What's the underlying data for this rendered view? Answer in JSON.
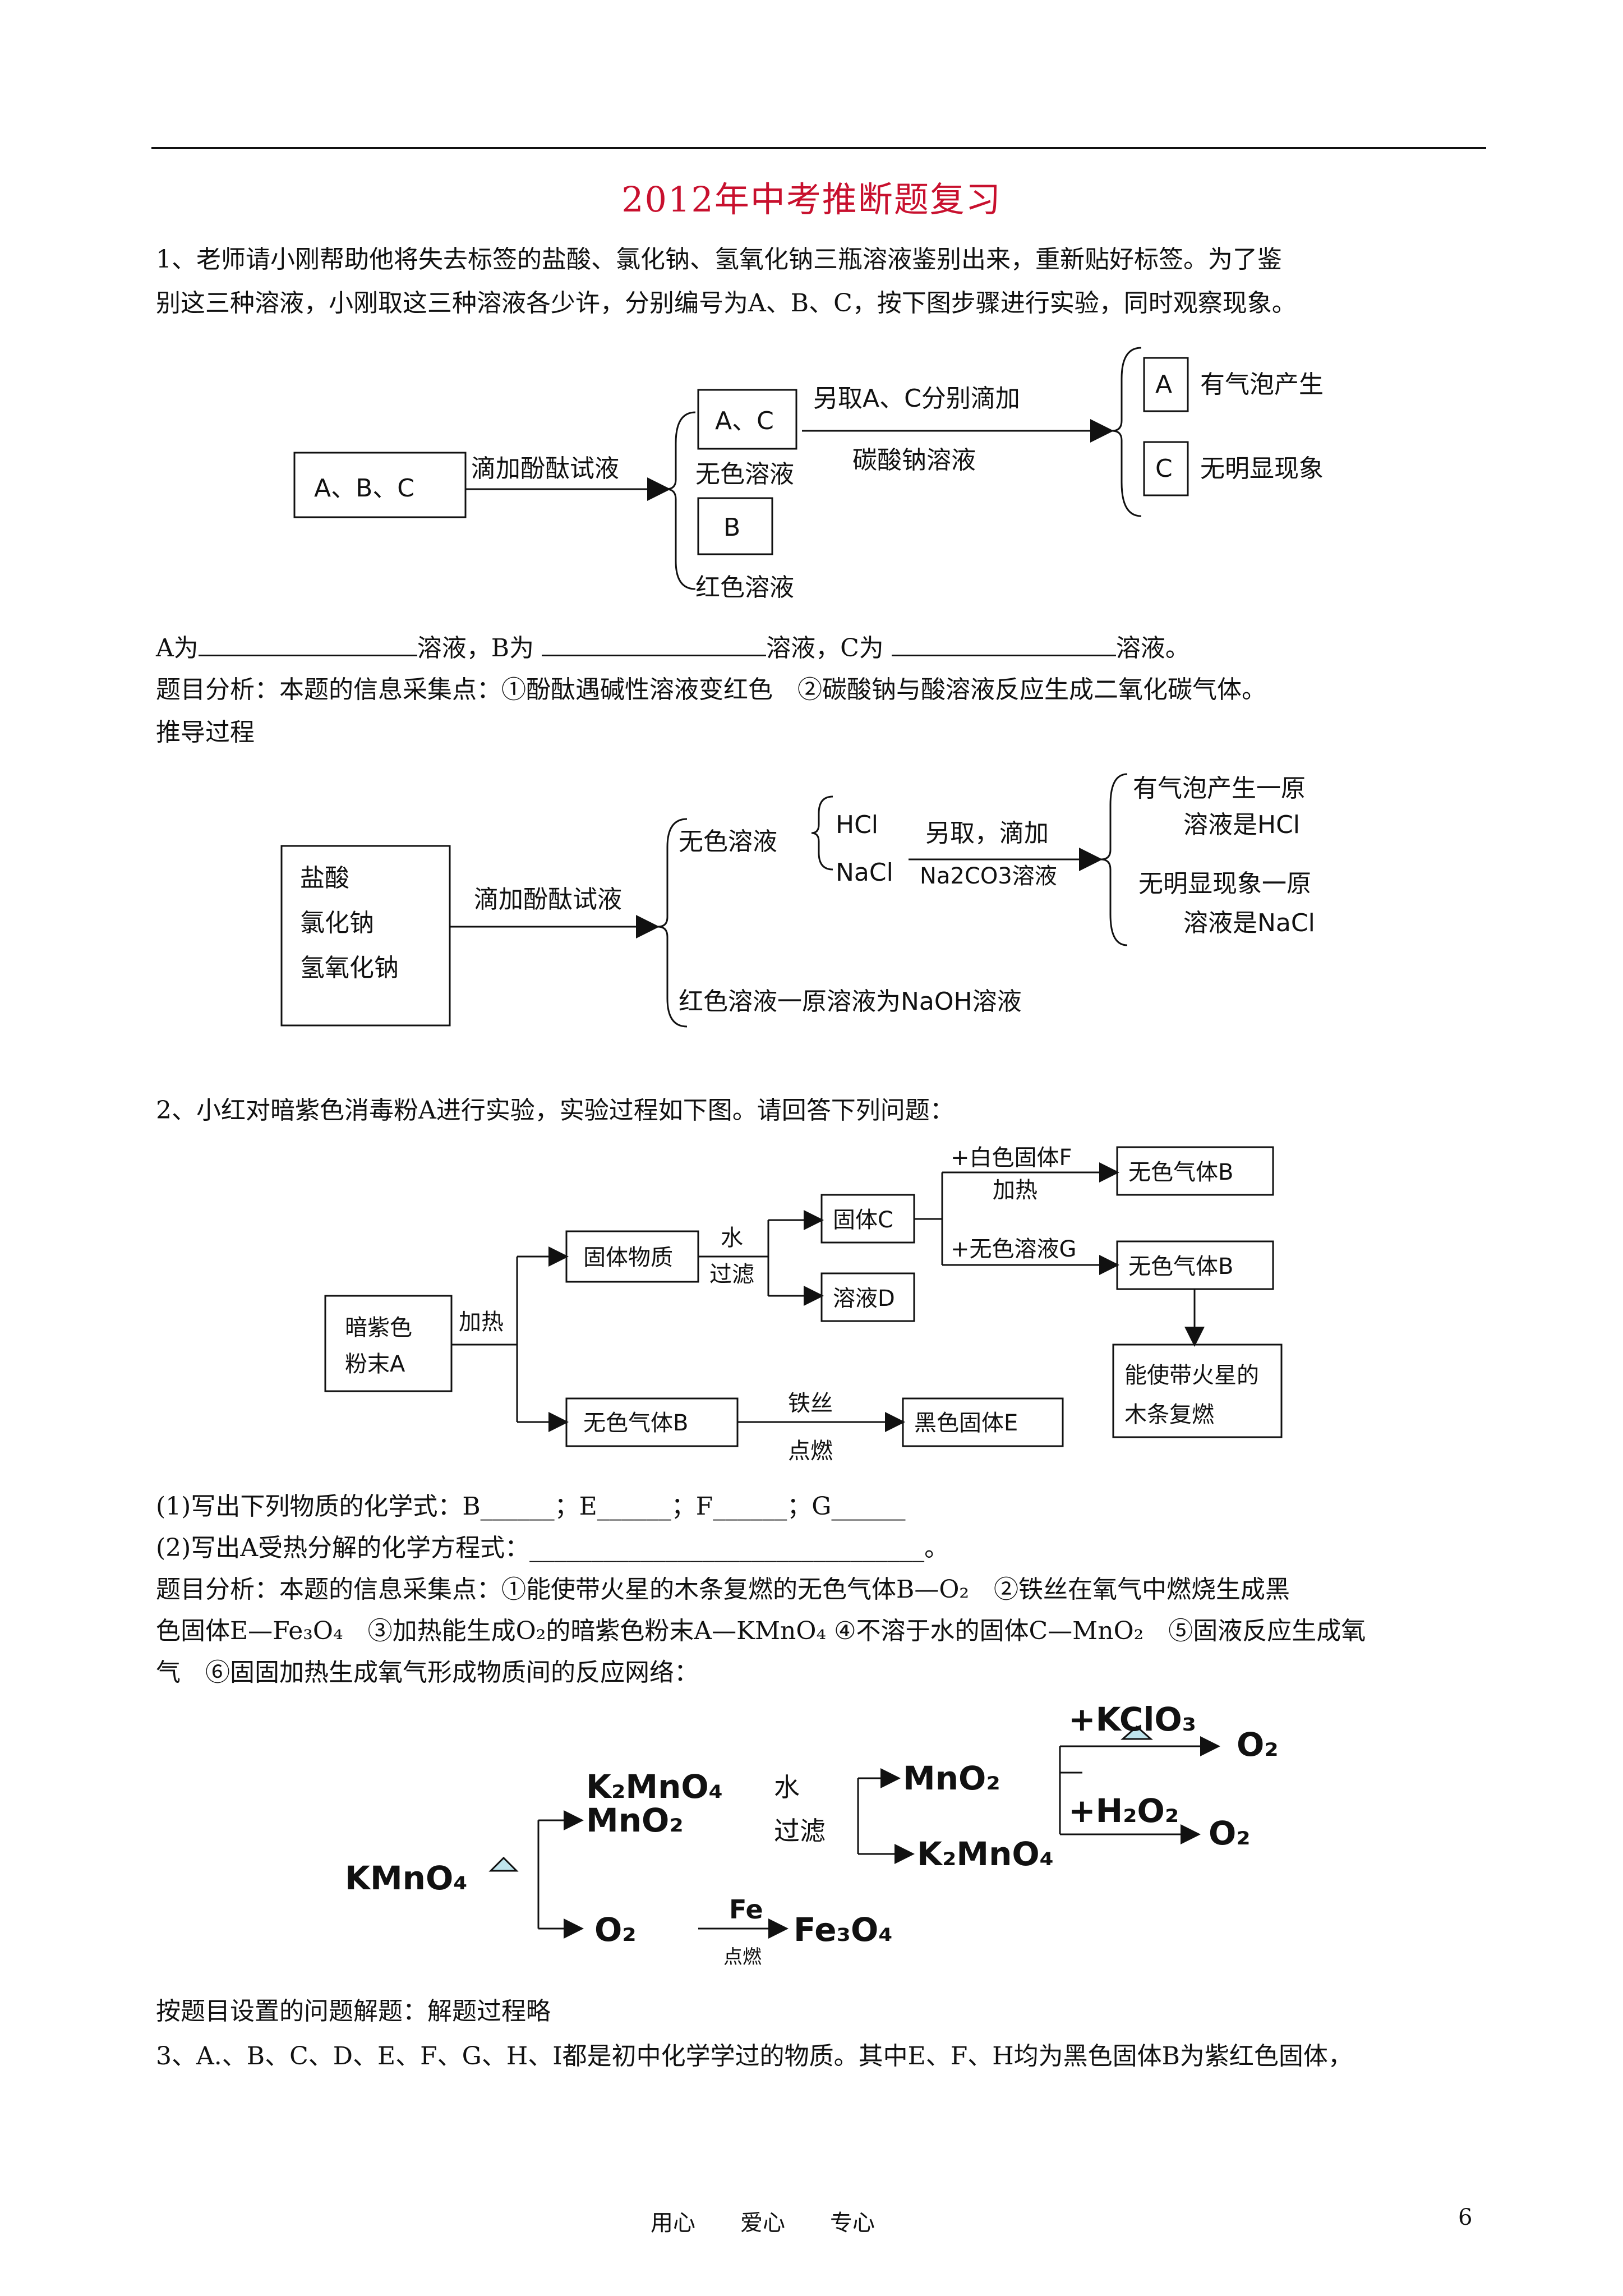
{
  "title": "2012年中考推断题复习",
  "q1": {
    "line1": "1、老师请小刚帮助他将失去标签的盐酸、氯化钠、氢氧化钠三瓶溶液鉴别出来，重新贴好标签。为了鉴",
    "line2": "别这三种溶液，小刚取这三种溶液各少许，分别编号为A、B、C，按下图步骤进行实验，同时观察现象。",
    "answer": {
      "a_prefix": "A为",
      "a_suffix": "溶液，B为",
      "b_suffix": "溶液，C为",
      "c_suffix": "溶液。"
    },
    "analysis": "题目分析：本题的信息采集点：①酚酞遇碱性溶液变红色　②碳酸钠与酸溶液反应生成二氧化碳气体。",
    "process_label": "推导过程",
    "diagram1": {
      "start": "A、B、C",
      "step": "滴加酚酞试液",
      "ac_box": "A、C",
      "colorless": "无色溶液",
      "b_box": "B",
      "red": "红色溶液",
      "step2_top": "另取A、C分别滴加",
      "step2_bottom": "碳酸钠溶液",
      "a_box": "A",
      "a_result": "有气泡产生",
      "c_box": "C",
      "c_result": "无明显现象"
    },
    "diagram2": {
      "box_line1": "盐酸",
      "box_line2": "氯化钠",
      "box_line3": "氢氧化钠",
      "step": "滴加酚酞试液",
      "colorless": "无色溶液",
      "hcl": "HCl",
      "nacl": "NaCl",
      "step2_top": "另取，滴加",
      "step2_bottom": "Na2CO3溶液",
      "r1_line1": "有气泡产生一原",
      "r1_line2": "溶液是HCl",
      "r2_line1": "无明显现象一原",
      "r2_line2": "溶液是NaCl",
      "red": "红色溶液一原溶液为NaOH溶液"
    }
  },
  "q2": {
    "intro": "2、小红对暗紫色消毒粉A进行实验，实验过程如下图。请回答下列问题：",
    "diagram": {
      "start_l1": "暗紫色",
      "start_l2": "粉末A",
      "heat": "加热",
      "solid": "固体物质",
      "water": "水",
      "filter": "过滤",
      "solid_c": "固体C",
      "solution_d": "溶液D",
      "plus_f": "+白色固体F",
      "heat2": "加热",
      "gas_b1": "无色气体B",
      "plus_g": "+无色溶液G",
      "gas_b2": "无色气体B",
      "relight_l1": "能使带火星的",
      "relight_l2": "木条复燃",
      "gas_b3": "无色气体B",
      "iron": "铁丝",
      "ignite": "点燃",
      "black_e": "黑色固体E"
    },
    "q_1": "(1)写出下列物质的化学式：B______；E______；F______；G______",
    "q_2": "(2)写出A受热分解的化学方程式：________________________________。",
    "analysis1": "题目分析：本题的信息采集点：①能使带火星的木条复燃的无色气体B—O₂　②铁丝在氧气中燃烧生成黑",
    "analysis2": "色固体E—Fe₃O₄　③加热能生成O₂的暗紫色粉末A—KMnO₄ ④不溶于水的固体C—MnO₂　⑤固液反应生成氧",
    "analysis3": "气　⑥固固加热生成氧气形成物质间的反应网络：",
    "network": {
      "kmno4": "KMnO₄",
      "k2mno4_mno2_l1": "K₂MnO₄",
      "k2mno4_mno2_l2": "MnO₂",
      "water": "水",
      "filter": "过滤",
      "mno2": "MnO₂",
      "k2mno4": "K₂MnO₄",
      "plus_kclo3": "+KClO₃",
      "o2_a": "O₂",
      "plus_h2o2": "+H₂O₂",
      "o2_b": "O₂",
      "o2_c": "O₂",
      "fe": "Fe",
      "ignite": "点燃",
      "fe3o4": "Fe₃O₄"
    },
    "solve": "按题目设置的问题解题：解题过程略"
  },
  "q3": {
    "intro": "3、A.、B、C、D、E、F、G、H、I都是初中化学学过的物质。其中E、F、H均为黑色固体B为紫红色固体，"
  },
  "footer": {
    "left": "用心　　爱心　　专心",
    "page": "6"
  }
}
